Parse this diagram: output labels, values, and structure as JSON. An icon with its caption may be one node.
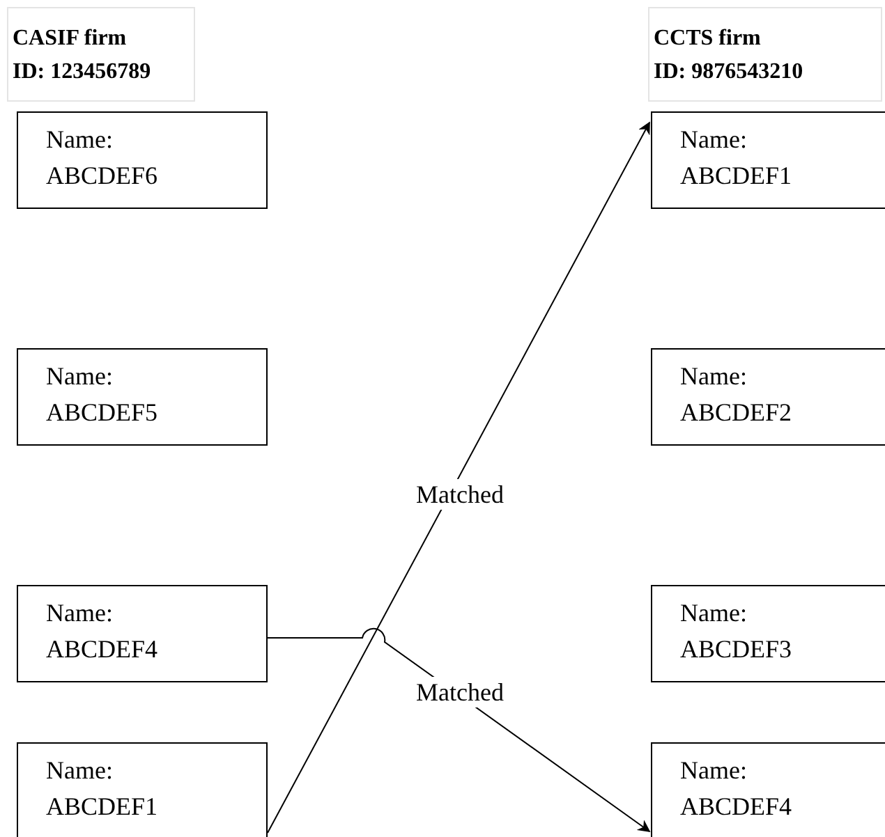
{
  "diagram": {
    "nodes": [
      {
        "text": [
          "CASIF firm",
          "ID: 123456789"
        ]
      },
      {
        "text": [
          "CCTS firm",
          "ID: 9876543210"
        ]
      },
      {
        "text": [
          "Name: ABCDEF6"
        ]
      },
      {
        "text": [
          "Name: ABCDEF5"
        ]
      },
      {
        "text": [
          "Name: ABCDEF4"
        ]
      },
      {
        "text": [
          "Name: ABCDEF1"
        ]
      },
      {
        "text": [
          "Name: ABCDEF1"
        ]
      },
      {
        "text": [
          "Name: ABCDEF2"
        ]
      },
      {
        "text": [
          "Name: ABCDEF3"
        ]
      },
      {
        "text": [
          "Name: ABCDEF4"
        ]
      }
    ],
    "edges": [
      {
        "from": 5,
        "to": 6,
        "arrow": "to",
        "label": "Matched"
      },
      {
        "from": 4,
        "to": 9,
        "arrow": "to",
        "label": "Matched"
      }
    ]
  }
}
